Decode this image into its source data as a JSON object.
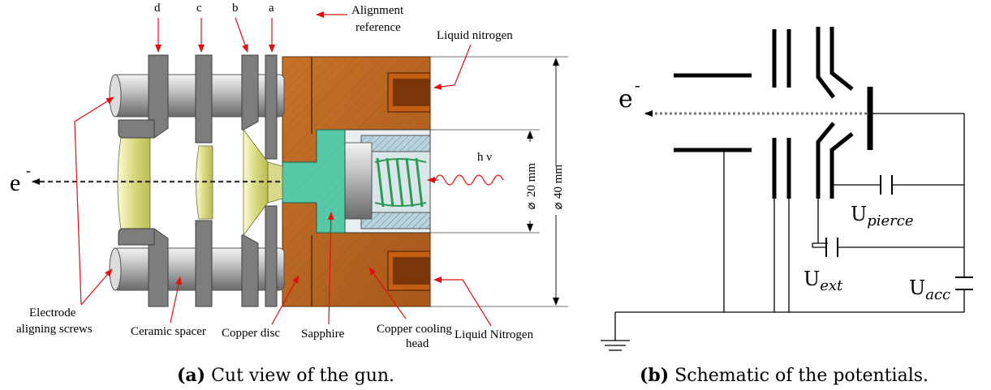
{
  "panel_a": {
    "caption_tag": "(a)",
    "caption_text": " Cut view of the gun.",
    "electrodes": [
      "d",
      "c",
      "b",
      "a"
    ],
    "alignment_reference": [
      "Alignment",
      "reference"
    ],
    "liquid_nitrogen_top": "Liquid nitrogen",
    "liquid_nitrogen_bottom": "Liquid Nitrogen",
    "electron_label": "e",
    "electron_sup": "-",
    "photon_label": "h ν",
    "dim_20": "20 mm",
    "dim_40": "40 mm",
    "diameter_symbol": "⌀",
    "screws_label": [
      "Electrode",
      "aligning screws"
    ],
    "ceramic_spacer": "Ceramic spacer",
    "copper_disc": "Copper disc",
    "sapphire": "Sapphire",
    "cooling_head": [
      "Copper cooling",
      "head"
    ]
  },
  "panel_b": {
    "caption_tag": "(b)",
    "caption_text": " Schematic of the potentials.",
    "electron_label": "e",
    "electron_sup": "-",
    "u_pierce": "U",
    "u_pierce_sub": "pierce",
    "u_ext": "U",
    "u_ext_sub": "ext",
    "u_acc": "U",
    "u_acc_sub": "acc"
  },
  "colors": {
    "copper": "#b8641c",
    "sapphire": "#56c9a8",
    "steel": "#8a8a8a",
    "arrow_red": "#e01010"
  }
}
